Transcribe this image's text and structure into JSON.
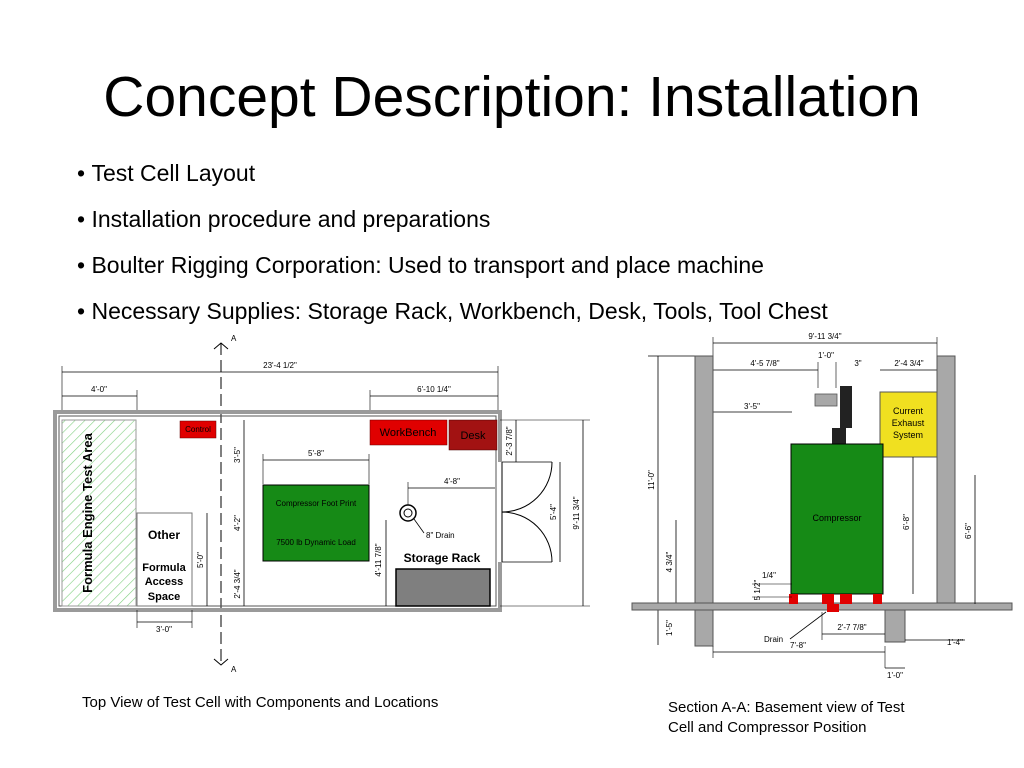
{
  "slide": {
    "title": "Concept Description: Installation",
    "bullets": [
      "Test Cell Layout",
      "Installation procedure and preparations",
      "Boulter Rigging Corporation: Used to transport and place machine",
      "Necessary Supplies: Storage Rack, Workbench, Desk, Tools, Tool Chest"
    ]
  },
  "top_view": {
    "caption": "Top View of Test Cell with Components and Locations",
    "section_marker": "A",
    "labels": {
      "engine_area": "Formula Engine Test Area",
      "other_area": [
        "Other",
        "Formula",
        "Access",
        "Space"
      ],
      "control": "Control",
      "workbench": "WorkBench",
      "desk": "Desk",
      "compressor_footprint": "Compressor Foot Print",
      "dynamic_load": "7500 lb Dynamic Load",
      "drain": "8\" Drain",
      "storage_rack": "Storage Rack"
    },
    "dimensions": {
      "overall_width": "23'-4 1/2\"",
      "left_span": "4'-0\"",
      "right_span": "6'-10 1/4\"",
      "control_offset": "3'-5\"",
      "footprint_width": "5'-8\"",
      "footprint_top": "4'-2\"",
      "footprint_bottom": "2'-4 3/4\"",
      "other_height": "5'-0\"",
      "other_width": "3'-0\"",
      "drain_offset": "4'-8\"",
      "rack_height": "4'-11 7/8\"",
      "desk_depth": "2'-3 7/8\"",
      "door_width": "5'-4\"",
      "cell_depth": "9'-11 3/4\""
    }
  },
  "section_view": {
    "caption": [
      "Section A-A: Basement view of Test",
      "Cell and Compressor Position"
    ],
    "labels": {
      "exhaust": [
        "Current",
        "Exhaust",
        "System"
      ],
      "compressor": "Compressor",
      "drain": "Drain"
    },
    "dimensions": {
      "overall_width": "9'-11 3/4\"",
      "left_offset": "4'-5 7/8\"",
      "stack_width": "1'-0\"",
      "stack_gap": "3\"",
      "exhaust_width": "2'-4 3/4\"",
      "pipe_offset": "3'-5\"",
      "room_height": "11'-0\"",
      "compressor_height": "6'-8\"",
      "right_height": "6'-6\"",
      "left_lower": "4 3/4\"",
      "pad_height": "5 1/2\"",
      "quarter": "1/4\"",
      "footing_left": "1'-5\"",
      "compressor_width": "2'-7 7/8\"",
      "footing_right": "1'-4\"",
      "floor_width": "7'-8\"",
      "footing_base": "1'-0\""
    }
  },
  "colors": {
    "compressor": "#168a16",
    "control": "#e00000",
    "workbench": "#e00000",
    "desk": "#a21212",
    "exhaust": "#f0e020",
    "wall": "#a8a8a8",
    "hatch": "#7fcf7f",
    "rack": "#7f7f7f",
    "stack": "#222222",
    "pad": "#e00000"
  }
}
